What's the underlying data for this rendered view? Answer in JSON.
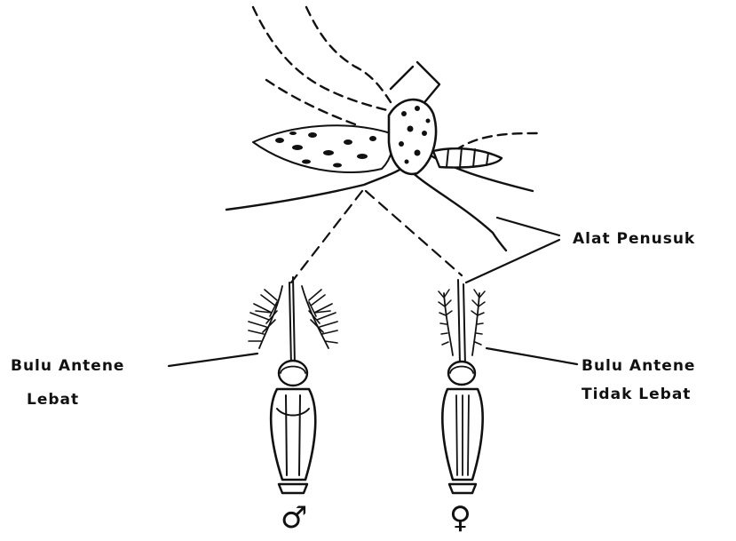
{
  "labels": {
    "alat_penusuk": "Alat Penusuk",
    "male_antenna_line1": "Bulu Antene",
    "male_antenna_line2": "Lebat",
    "female_antenna_line1": "Bulu Antene",
    "female_antenna_line2": "Tidak Lebat"
  },
  "symbols": {
    "male": "♂",
    "female": "♀"
  },
  "colors": {
    "ink": "#111111",
    "background": "#ffffff"
  }
}
